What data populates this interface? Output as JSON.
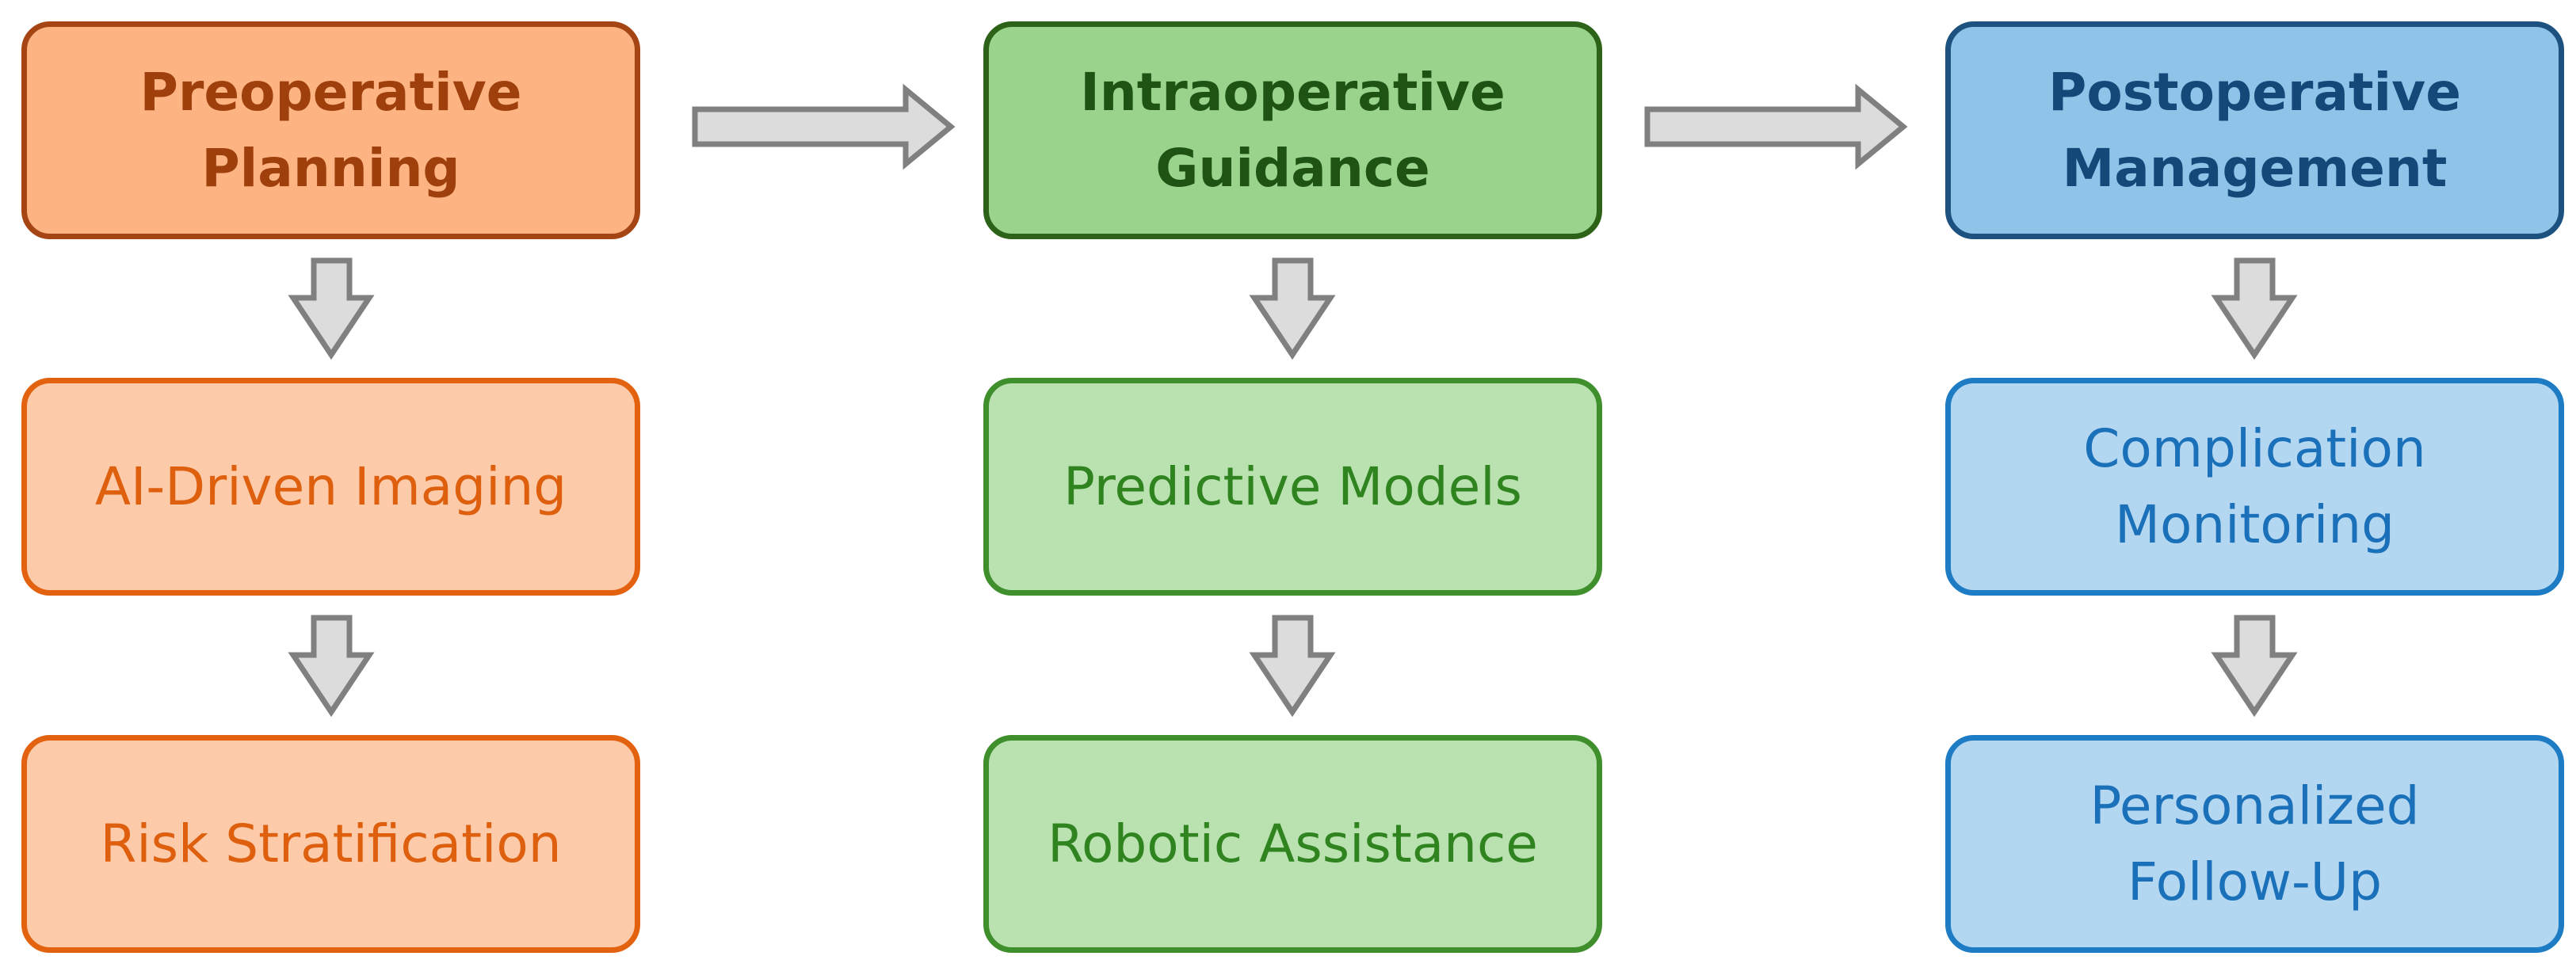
{
  "columns": [
    {
      "header": "Preoperative\nPlanning",
      "steps": [
        "AI-Driven Imaging",
        "Risk Stratification"
      ]
    },
    {
      "header": "Intraoperative\nGuidance",
      "steps": [
        "Predictive Models",
        "Robotic Assistance"
      ]
    },
    {
      "header": "Postoperative\nManagement",
      "steps": [
        "Complication\nMonitoring",
        "Personalized\nFollow-Up"
      ]
    }
  ],
  "colors": {
    "arrow_fill": "#dcdcdc",
    "arrow_stroke": "#808080"
  }
}
